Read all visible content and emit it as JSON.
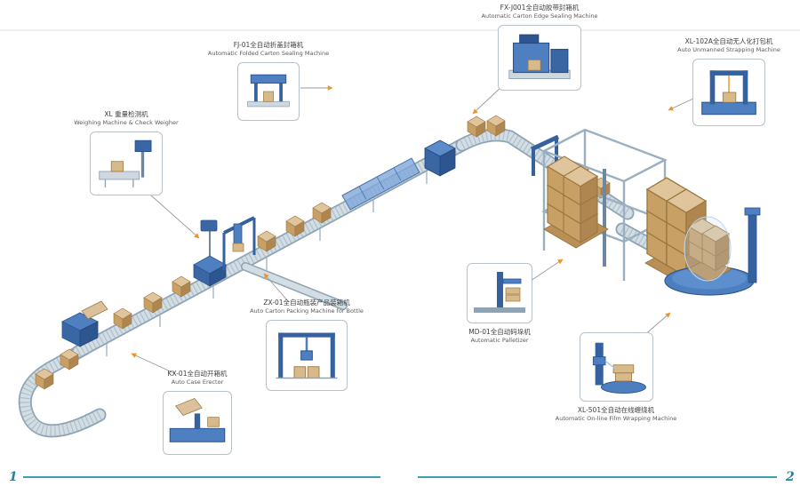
{
  "page": {
    "footer": {
      "left_page_number": "1",
      "right_page_number": "2"
    }
  },
  "colors": {
    "machine_blue": "#3b6cb3",
    "carton_tan": "#c9a268",
    "arrow_orange": "#f0932b",
    "footer_line_teal": "#3f9fae"
  },
  "callouts": {
    "fxj001": {
      "cn": "FX-J001全自动胶带封箱机",
      "en": "Automatic Carton Edge Sealing Machine",
      "icon": "edge-sealing-machine-icon"
    },
    "fj01": {
      "cn": "FJ-01全自动折盖封箱机",
      "en": "Automatic Folded Carton Sealing Machine",
      "icon": "folded-carton-sealing-machine-icon"
    },
    "weigher": {
      "cn": "XL 重量检测机",
      "en": "Weighing Machine & Check Weigher",
      "icon": "check-weigher-icon"
    },
    "xl102a": {
      "cn": "XL-102A全自动无人化打包机",
      "en": "Auto Unmanned Strapping Machine",
      "icon": "strapping-machine-icon"
    },
    "zx01": {
      "cn": "ZX-01全自动瓶装产品装箱机",
      "en": "Auto Carton Packing Machine for Bottle",
      "icon": "carton-packing-machine-icon"
    },
    "kx01": {
      "cn": "KX-01全自动开箱机",
      "en": "Auto Case Erector",
      "icon": "case-erector-icon"
    },
    "md01": {
      "cn": "MD-01全自动码垛机",
      "en": "Automatic Palletizer",
      "icon": "palletizer-icon"
    },
    "xl501": {
      "cn": "XL-501全自动在线缠绕机",
      "en": "Automatic On-line Film Wrapping Machine",
      "icon": "film-wrapping-machine-icon"
    }
  }
}
